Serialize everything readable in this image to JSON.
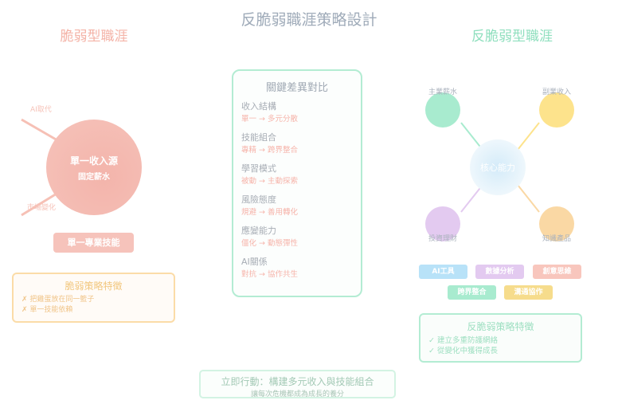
{
  "title": "反脆弱職涯策略設計",
  "left": {
    "title": "脆弱型職涯",
    "threats": [
      "AI取代",
      "市場變化"
    ],
    "circle_main": "單一收入源",
    "circle_sub": "固定薪水",
    "skill": "單一專業技能",
    "box_title": "脆弱策略特徵",
    "box_items": [
      "✗ 把雞蛋放在同一籃子",
      "✗ 單一技能依賴"
    ]
  },
  "center": {
    "title": "關鍵差異對比",
    "rows": [
      {
        "k": "收入結構",
        "v": "單一 → 多元分散"
      },
      {
        "k": "技能組合",
        "v": "專精 → 跨界整合"
      },
      {
        "k": "學習模式",
        "v": "被動 → 主動探索"
      },
      {
        "k": "風險態度",
        "v": "規避 → 善用轉化"
      },
      {
        "k": "應變能力",
        "v": "僵化 → 動態彈性"
      },
      {
        "k": "AI關係",
        "v": "對抗 → 協作共生"
      }
    ]
  },
  "right": {
    "title": "反脆弱型職涯",
    "core": "核心能力",
    "nodes": [
      "主業薪水",
      "副業收入",
      "投資理財",
      "知識產品"
    ],
    "tags": [
      "AI工具",
      "數據分析",
      "創意思維",
      "跨界整合",
      "溝通協作"
    ],
    "box_title": "反脆弱策略特徵",
    "box_items": [
      "✓ 建立多重防護網絡",
      "✓ 從變化中獲得成長"
    ]
  },
  "cta": {
    "main": "立即行動：構建多元收入與技能組合",
    "sub": "讓每次危機都成為成長的養分"
  },
  "colors": {
    "pink": "#f4b3a7",
    "green": "#a8ebcf",
    "yellow": "#fde38c",
    "purple": "#e3caf0",
    "orange": "#fad8a4",
    "blue": "#b8e2f8",
    "rose": "#f8c6bd",
    "tag_yellow": "#f6dc8c"
  }
}
